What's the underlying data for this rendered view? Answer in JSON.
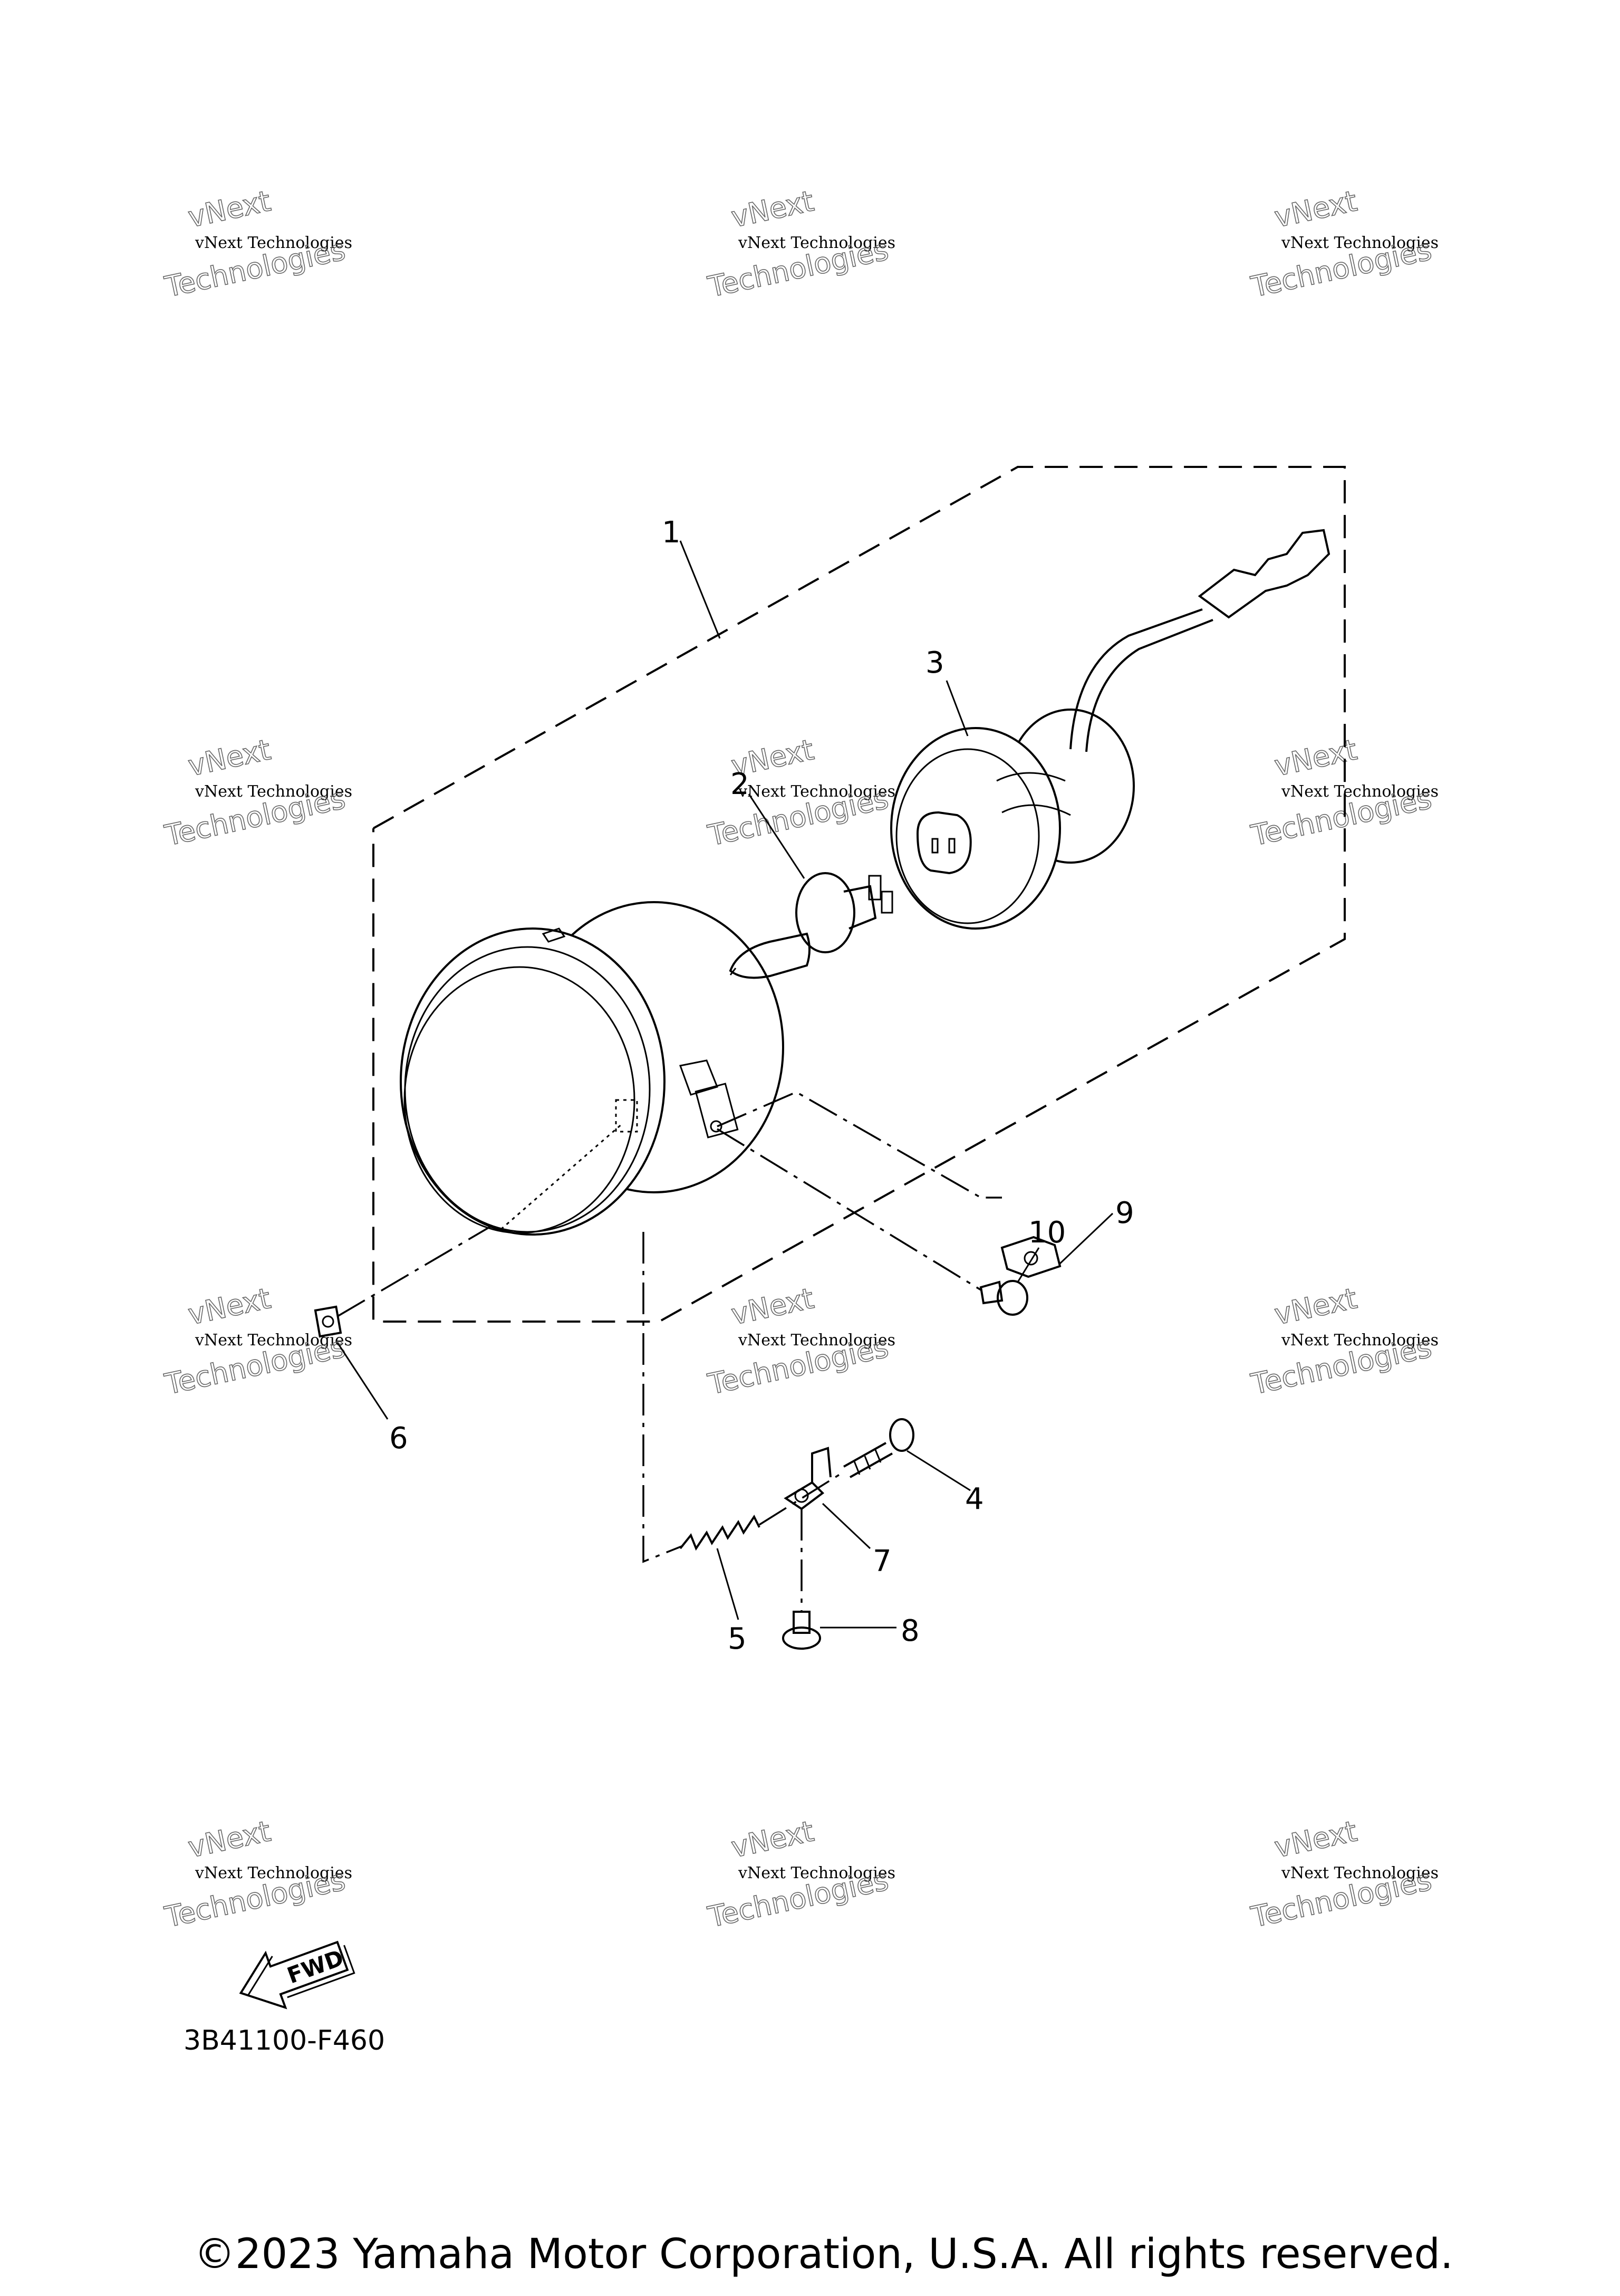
{
  "diagram": {
    "part_labels": [
      {
        "id": "1",
        "text": "1"
      },
      {
        "id": "2",
        "text": "2"
      },
      {
        "id": "3",
        "text": "3"
      },
      {
        "id": "4",
        "text": "4"
      },
      {
        "id": "5",
        "text": "5"
      },
      {
        "id": "6",
        "text": "6"
      },
      {
        "id": "7",
        "text": "7"
      },
      {
        "id": "8",
        "text": "8"
      },
      {
        "id": "9",
        "text": "9"
      },
      {
        "id": "10",
        "text": "10"
      }
    ],
    "fwd_label": "FWD",
    "diagram_code": "3B41100-F460",
    "watermark": {
      "line1": "vNext",
      "line2": "vNext Technologies",
      "line3": "Technologies"
    },
    "copyright": "©2023 Yamaha Motor Corporation, U.S.A. All rights reserved."
  }
}
